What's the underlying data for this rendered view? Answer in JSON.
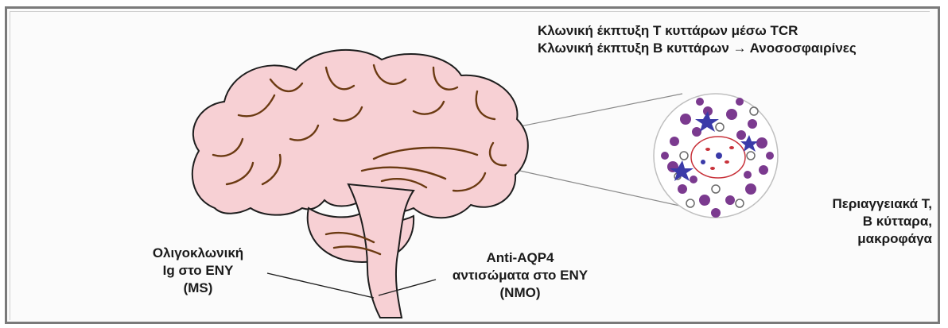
{
  "top_label": {
    "line1": "Κλωνική έκπτυξη Τ κυττάρων μέσω TCR",
    "line2": "Κλωνική έκπτυξη Β κυττάρων → Ανοσοσφαιρίνες"
  },
  "perivascular_label": {
    "line1": "Περιαγγειακά Τ,",
    "line2": "Β κύτταρα,",
    "line3": "μακροφάγα"
  },
  "oligoclonal_label": {
    "line1": "Ολιγοκλωνική",
    "line2": "Ig στο ΕΝΥ",
    "line3": "(MS)"
  },
  "aqp4_label": {
    "line1": "Anti-AQP4",
    "line2": "αντισώματα στο ΕΝΥ",
    "line3": "(NMO)"
  },
  "colors": {
    "brain_fill": "#f7d0d4",
    "brain_outline": "#1e1e1e",
    "sulci": "#6b3a12",
    "cell_purple": "#7b3a8f",
    "cell_blue": "#3a3aa8",
    "cell_red": "#c8323a"
  }
}
